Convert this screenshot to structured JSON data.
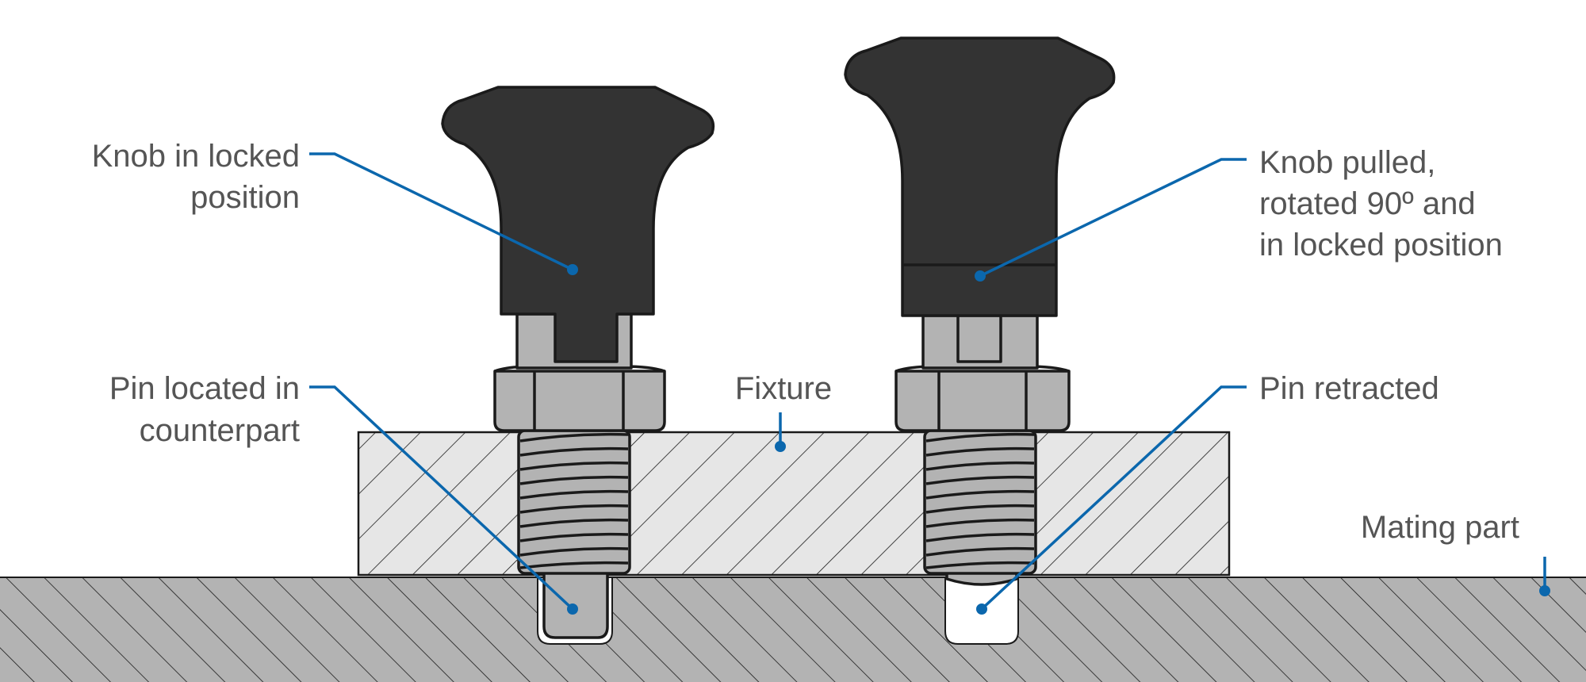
{
  "labels": {
    "knob_locked": {
      "line1": "Knob in locked",
      "line2": "position"
    },
    "pin_located": {
      "line1": "Pin located in",
      "line2": "counterpart"
    },
    "fixture": "Fixture",
    "knob_pulled": {
      "line1": "Knob pulled,",
      "line2": "rotated 90º and",
      "line3": "in locked position"
    },
    "pin_retracted": "Pin retracted",
    "mating_part": "Mating part"
  },
  "colors": {
    "leader": "#0b67ad",
    "label_text": "#555555",
    "knob": "#333333",
    "metal": "#b3b3b3",
    "fixture": "#e6e6e6",
    "mating_part": "#b3b3b3",
    "outline": "#1a1a1a"
  }
}
